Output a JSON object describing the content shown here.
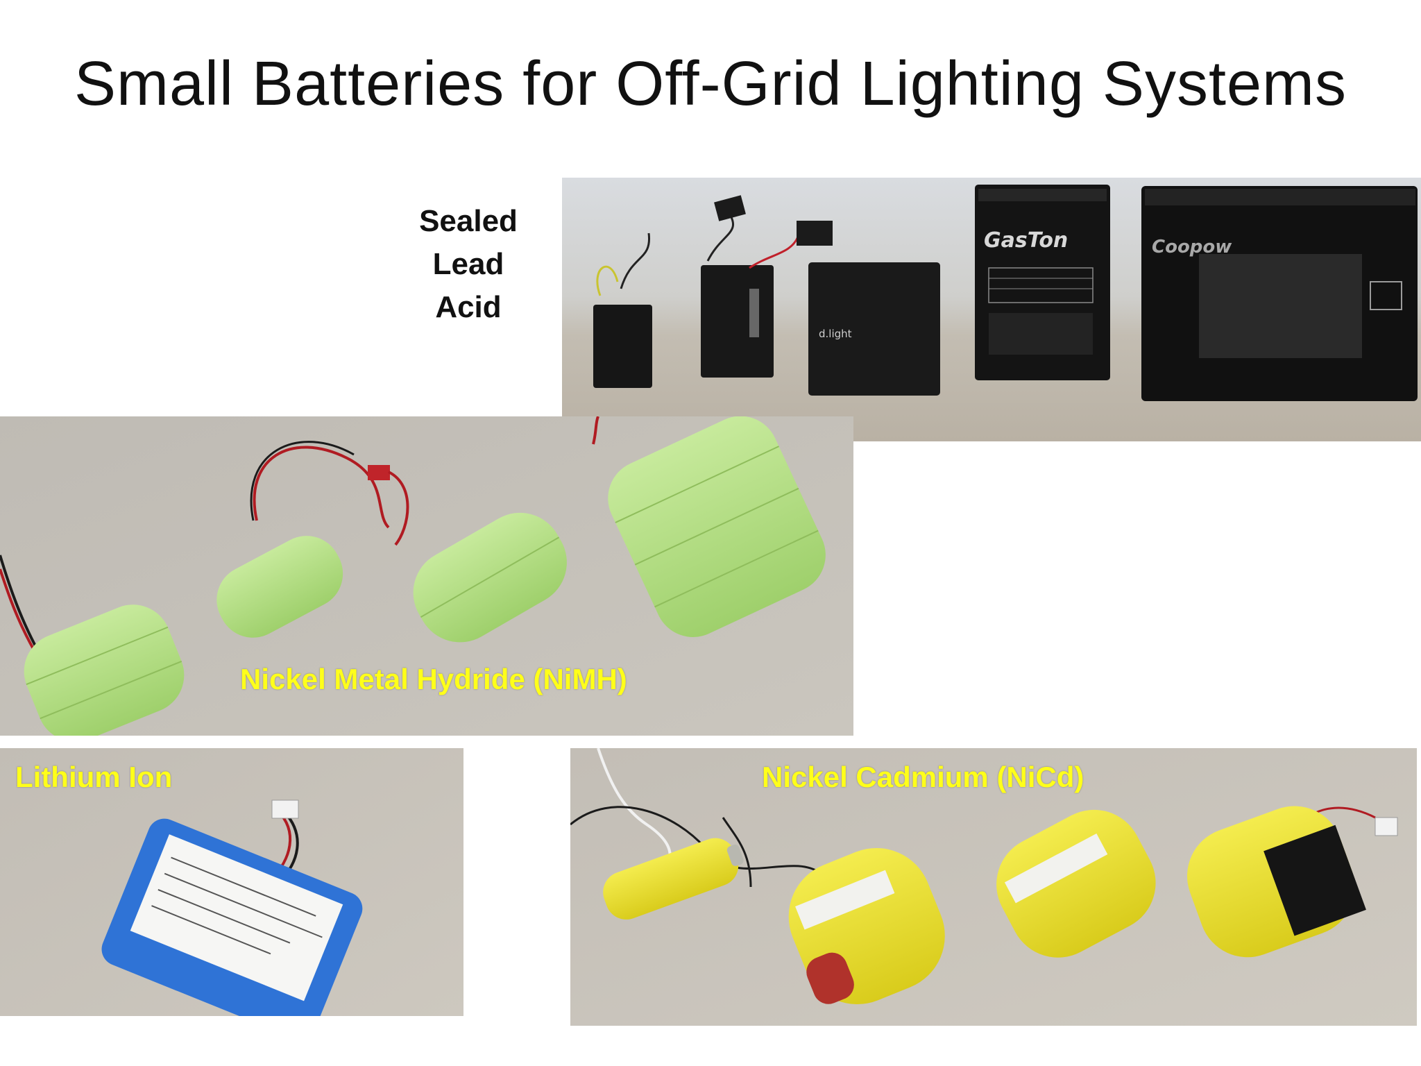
{
  "slide": {
    "title": "Small Batteries for Off-Grid Lighting Systems"
  },
  "sealed_lead_acid": {
    "label_lines": [
      "Sealed",
      "Lead",
      "Acid"
    ],
    "battery_brands": [
      "GasTon",
      "Coopow",
      "d.light"
    ]
  },
  "nimh": {
    "caption": "Nickel Metal Hydride (NiMH)"
  },
  "lithium_ion": {
    "caption": "Lithium Ion"
  },
  "nicd": {
    "caption": "Nickel Cadmium (NiCd)"
  },
  "colors": {
    "caption_yellow": "#ffff1a",
    "photo_bg": "#c7c2ba",
    "nimh_green": "#b6e08a",
    "nicd_yellow": "#ece33b",
    "liion_blue": "#2f73d6",
    "sla_black": "#151515"
  }
}
